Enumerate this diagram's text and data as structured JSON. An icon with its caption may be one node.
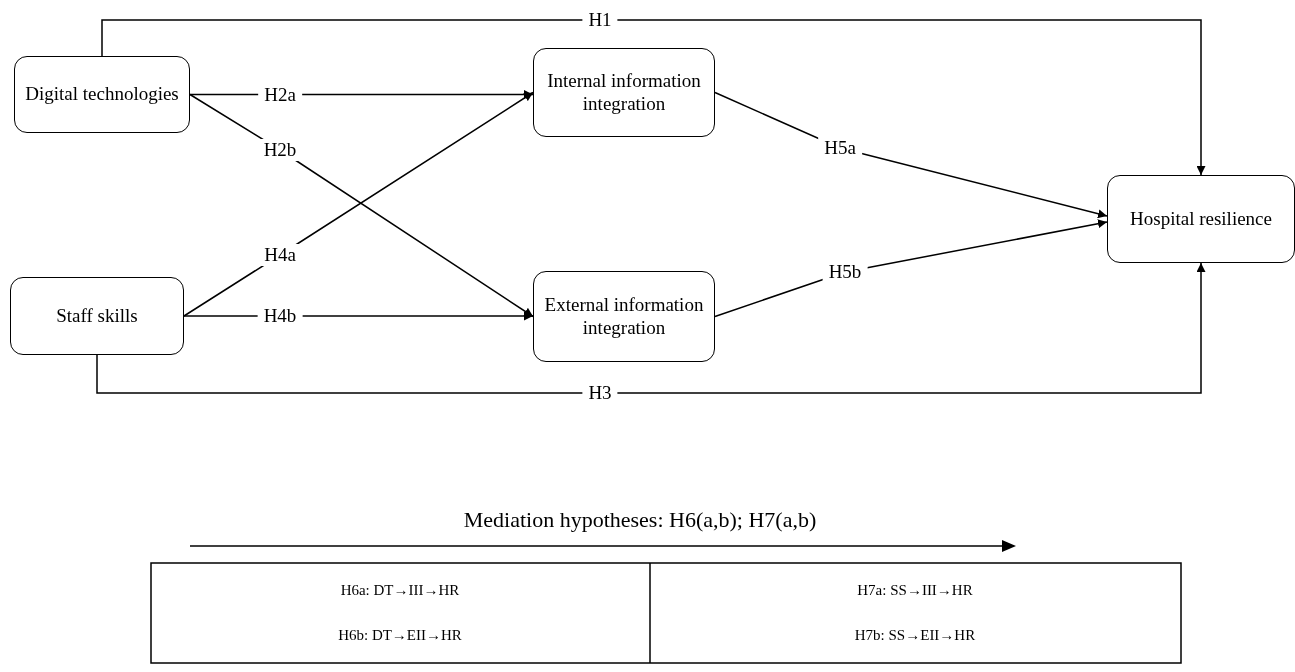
{
  "diagram": {
    "nodes": [
      {
        "text": [
          "Digital technologies"
        ]
      },
      {
        "text": [
          "Internal information integration"
        ]
      },
      {
        "text": [
          "Hospital resilience"
        ]
      },
      {
        "text": [
          "Staff skills"
        ]
      },
      {
        "text": [
          "External information integration"
        ]
      }
    ],
    "edges": [
      {
        "from": 0,
        "to": 2,
        "arrow": "to",
        "label": "H1"
      },
      {
        "from": 0,
        "to": 1,
        "arrow": "to",
        "label": "H2a"
      },
      {
        "from": 0,
        "to": 4,
        "arrow": "to",
        "label": "H2b"
      },
      {
        "from": 3,
        "to": 2,
        "arrow": "to",
        "label": "H3"
      },
      {
        "from": 3,
        "to": 1,
        "arrow": "to",
        "label": "H4a"
      },
      {
        "from": 3,
        "to": 4,
        "arrow": "to",
        "label": "H4b"
      },
      {
        "from": 1,
        "to": 2,
        "arrow": "to",
        "label": "H5a"
      },
      {
        "from": 4,
        "to": 2,
        "arrow": "to",
        "label": "H5b"
      }
    ],
    "labels": [
      "Mediation hypotheses: H6(a,b); H7(a,b)",
      "H6a: DT→III→HR",
      "H7a: SS→III→HR",
      "H6b: DT→EII→HR",
      "H7b: SS→EII→HR"
    ]
  }
}
